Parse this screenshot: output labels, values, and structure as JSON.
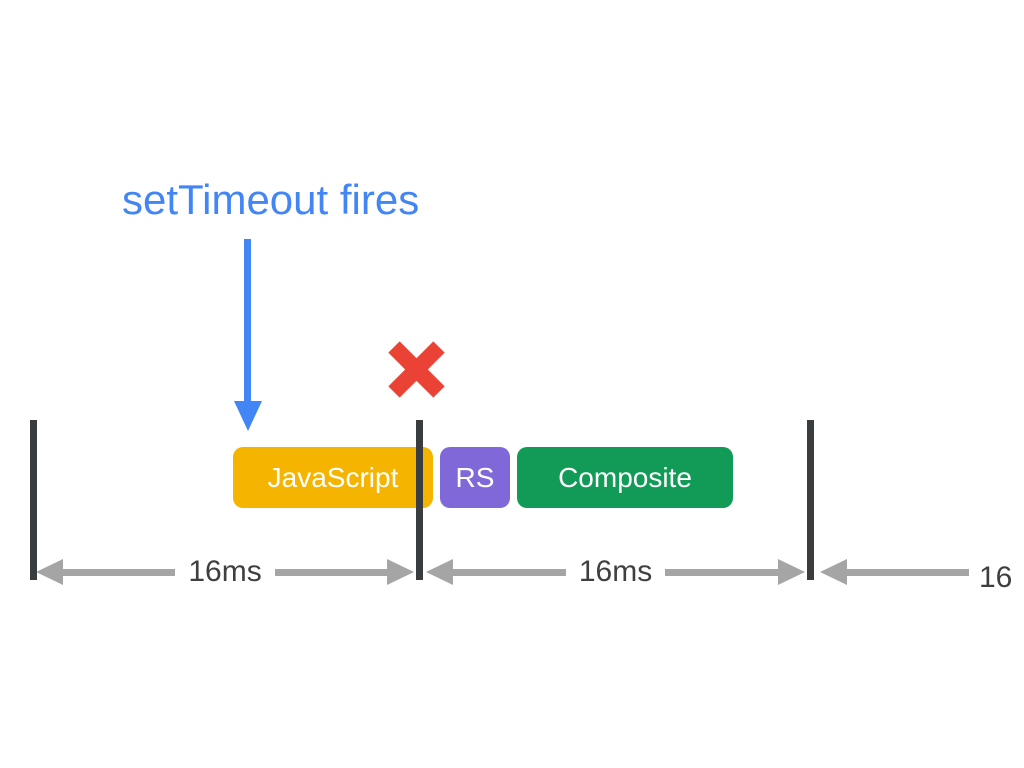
{
  "diagram": {
    "annotation": "setTimeout fires",
    "blocks": [
      {
        "label": "JavaScript",
        "color": "#F4B400"
      },
      {
        "label": "RS",
        "color": "#8168D8"
      },
      {
        "label": "Composite",
        "color": "#129B57"
      }
    ],
    "intervals": [
      {
        "label": "16ms"
      },
      {
        "label": "16ms"
      },
      {
        "label": "16"
      }
    ],
    "colors": {
      "annotation_blue": "#4285F4",
      "cancel_red": "#EA4335",
      "tick_dark": "#3A3D40",
      "arrow_gray": "#A5A5A5",
      "label_gray": "#3F3F3F"
    }
  }
}
